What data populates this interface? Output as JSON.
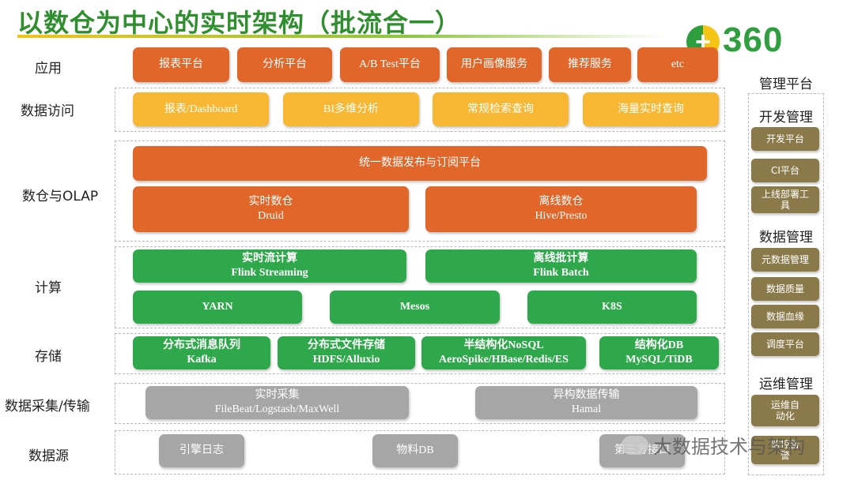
{
  "title": "以数仓为中心的实时架构（批流合一）",
  "logo": {
    "text": "360",
    "mark": "+"
  },
  "layers": {
    "app": {
      "label": "应用",
      "items": [
        "报表平台",
        "分析平台",
        "A/B Test平台",
        "用户画像服务",
        "推荐服务",
        "etc"
      ]
    },
    "access": {
      "label": "数据访问",
      "items": [
        "报表/Dashboard",
        "BI多维分析",
        "常规检索查询",
        "海量实时查询"
      ]
    },
    "olap": {
      "label": "数仓与OLAP",
      "publish": "统一数据发布与订阅平台",
      "realtime": {
        "line1": "实时数仓",
        "line2": "Druid"
      },
      "offline": {
        "line1": "离线数仓",
        "line2": "Hive/Presto"
      }
    },
    "compute": {
      "label": "计算",
      "stream": {
        "line1": "实时流计算",
        "line2": "Flink Streaming"
      },
      "batch": {
        "line1": "离线批计算",
        "line2": "Flink Batch"
      },
      "yarn": "YARN",
      "mesos": "Mesos",
      "k8s": "K8S"
    },
    "storage": {
      "label": "存储",
      "items": [
        {
          "line1": "分布式消息队列",
          "line2": "Kafka"
        },
        {
          "line1": "分布式文件存储",
          "line2": "HDFS/Alluxio"
        },
        {
          "line1": "半结构化NoSQL",
          "line2": "AeroSpike/HBase/Redis/ES"
        },
        {
          "line1": "结构化DB",
          "line2": "MySQL/TiDB"
        }
      ]
    },
    "ingest": {
      "label": "数据采集/传输",
      "realtime": {
        "line1": "实时采集",
        "line2": "FileBeat/Logstash/MaxWell"
      },
      "hetero": {
        "line1": "异构数据传输",
        "line2": "Hamal"
      }
    },
    "source": {
      "label": "数据源",
      "items": [
        "引擎日志",
        "物料DB",
        "第三方接口"
      ]
    }
  },
  "management": {
    "title": "管理平台",
    "dev": {
      "head": "开发管理",
      "items": [
        "开发平台",
        "CI平台",
        "上线部署工具"
      ]
    },
    "data": {
      "head": "数据管理",
      "items": [
        "元数据管理",
        "数据质量",
        "数据血缘",
        "调度平台"
      ]
    },
    "ops": {
      "head": "运维管理",
      "items": [
        "运维自动化",
        "监控告警"
      ]
    }
  },
  "watermark": "大数据技术与架构",
  "colors": {
    "title": "#2f8f2f",
    "orange": "#e0662a",
    "yellow": "#f7b733",
    "green": "#2ea84a",
    "gray": "#a6a6a6",
    "olive": "#8a7a4a"
  }
}
